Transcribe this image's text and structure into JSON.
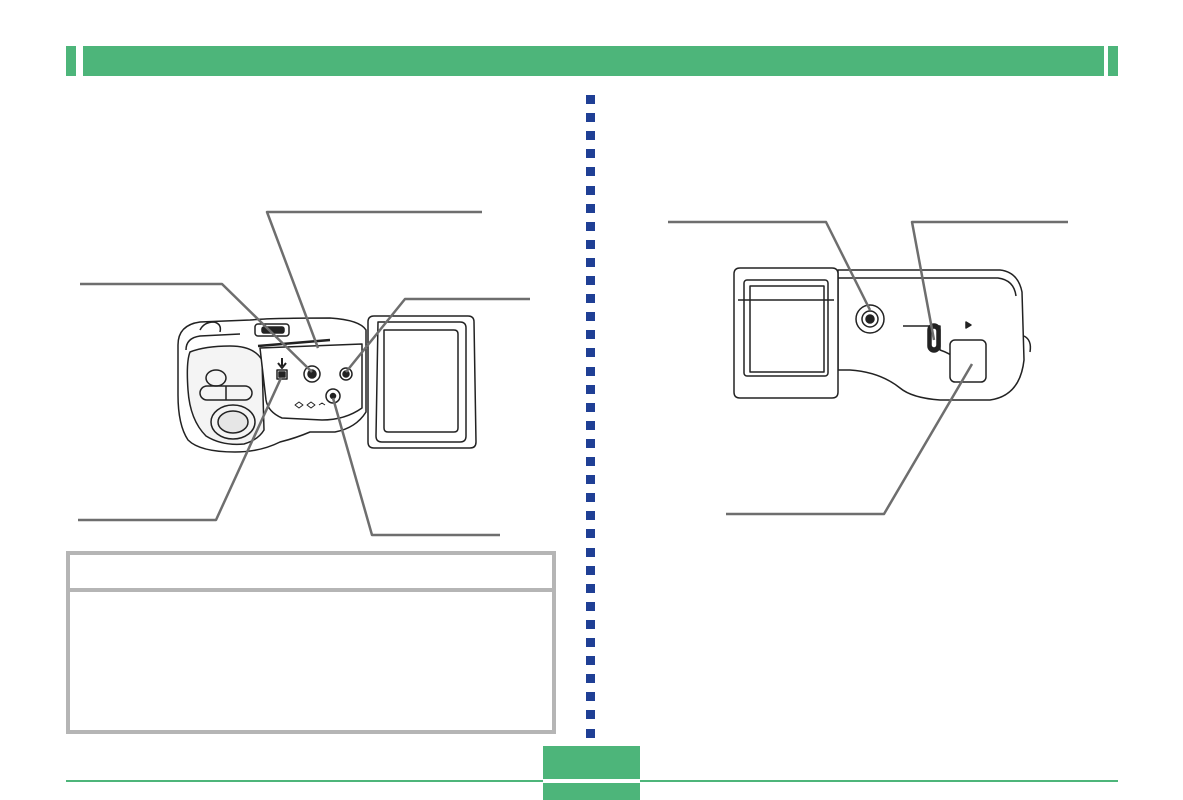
{
  "header": {
    "bar_color": "#4db57a",
    "title": ""
  },
  "divider": {
    "color": "#1f3f95",
    "dot_count": 36
  },
  "left_figure": {
    "label": "camera-side-view-open-terminal-cover"
  },
  "right_figure": {
    "label": "camera-bottom-view"
  },
  "note": {
    "title": ""
  },
  "footer": {
    "page_number": ""
  }
}
